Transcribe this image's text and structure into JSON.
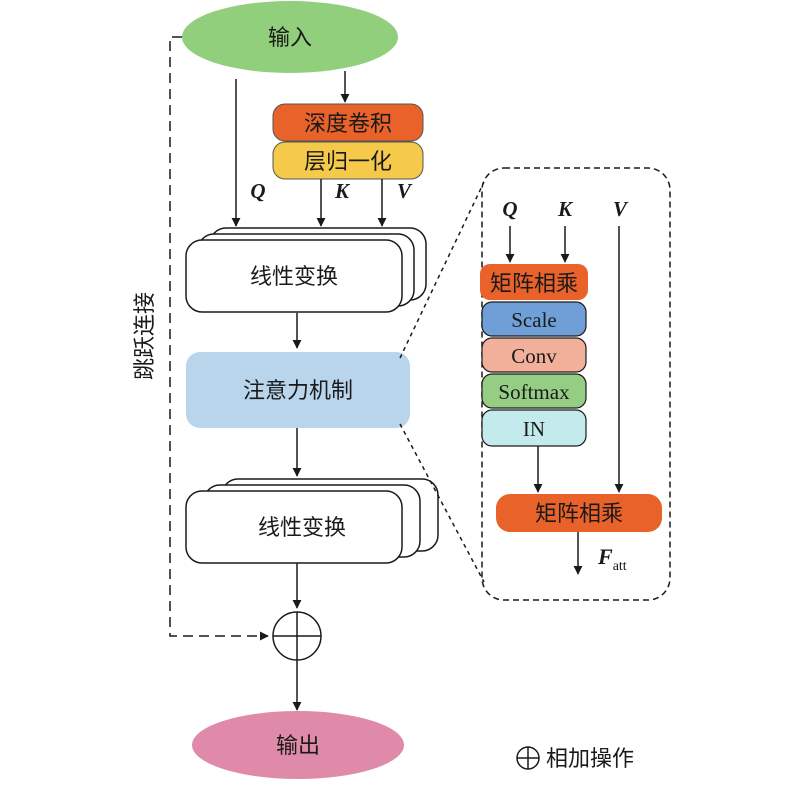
{
  "nodes": {
    "input": "输入",
    "output": "输出",
    "depthwise_conv": "深度卷积",
    "layer_norm": "层归一化",
    "linear_top": "线性变换",
    "attention": "注意力机制",
    "linear_bottom": "线性变换",
    "skip": "跳跃连接"
  },
  "qkv_main": {
    "q": "Q",
    "k": "K",
    "v": "V"
  },
  "detail": {
    "q": "Q",
    "k": "K",
    "v": "V",
    "matmul1": "矩阵相乘",
    "scale": "Scale",
    "conv": "Conv",
    "softmax": "Softmax",
    "in": "IN",
    "matmul2": "矩阵相乘",
    "out_base": "F",
    "out_sub": "att"
  },
  "legend": {
    "symbol_label": "相加操作"
  },
  "colors": {
    "input_fill": "#92cf7c",
    "output_fill": "#e08aa9",
    "orange": "#e8622a",
    "yellow": "#f5c94a",
    "attention_fill": "#b9d5ec",
    "scale_fill": "#6f9fd6",
    "conv_fill": "#f2b09b",
    "softmax_fill": "#96cd84",
    "in_fill": "#c3ebee"
  }
}
